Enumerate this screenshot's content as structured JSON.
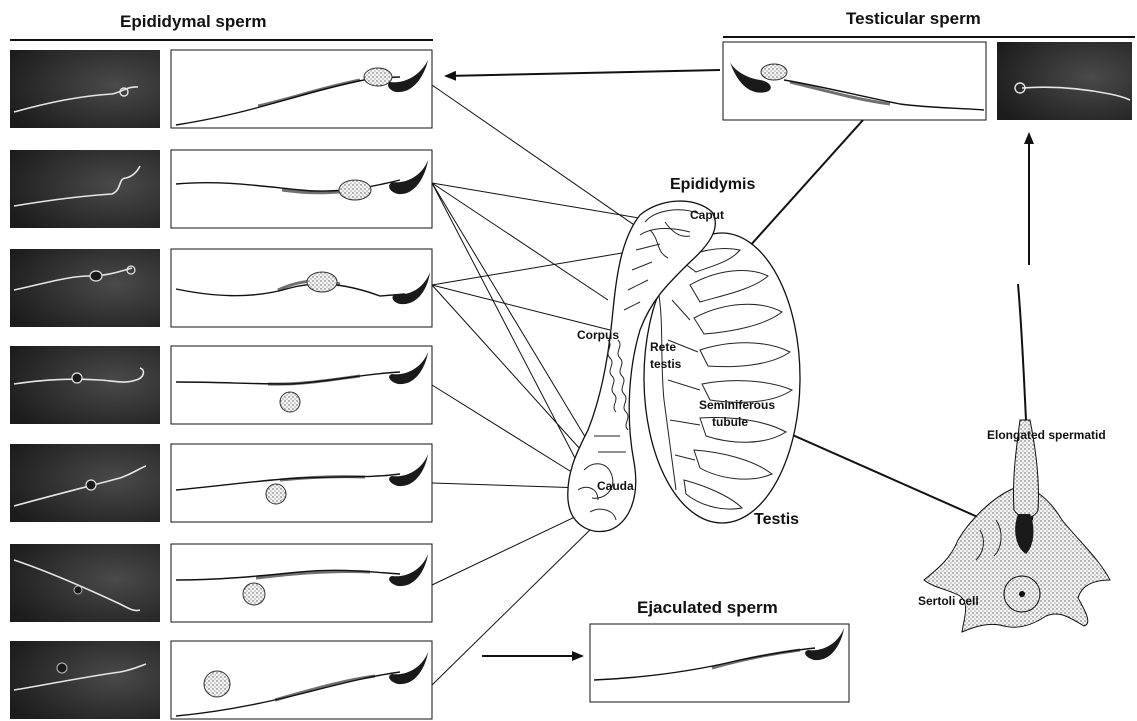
{
  "headings": {
    "epididymal": "Epididymal sperm",
    "testicular": "Testicular sperm",
    "ejaculated": "Ejaculated sperm"
  },
  "labels": {
    "epididymis": "Epididymis",
    "caput": "Caput",
    "corpus": "Corpus",
    "rete_testis_line1": "Rete",
    "rete_testis_line2": "testis",
    "seminiferous_line1": "Seminiferous",
    "seminiferous_line2": "tubule",
    "cauda": "Cauda",
    "testis": "Testis",
    "elongated_spermatid": "Elongated spermatid",
    "sertoli_cell": "Sertoli cell"
  },
  "epididymal_rows": [
    {
      "droplet": "head-attached"
    },
    {
      "droplet": "neck"
    },
    {
      "droplet": "mid-piece"
    },
    {
      "droplet": "detaching"
    },
    {
      "droplet": "detached-near"
    },
    {
      "droplet": "detached-far"
    },
    {
      "droplet": "free"
    }
  ]
}
